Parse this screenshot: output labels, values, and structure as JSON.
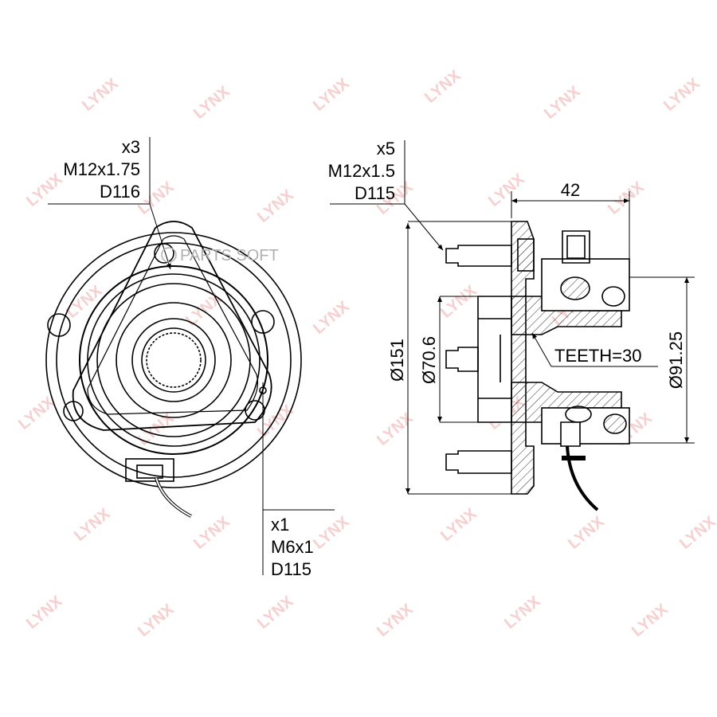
{
  "watermark": {
    "brand": "LYNX",
    "overlay": "PARTS SOFT"
  },
  "front_view": {
    "bolt_callout": {
      "count": "x3",
      "thread": "M12x1.75",
      "code": "D116"
    },
    "sensor_callout": {
      "count": "x1",
      "thread": "M6x1",
      "code": "D115"
    }
  },
  "side_view": {
    "stud_callout": {
      "count": "x5",
      "thread": "M12x1.5",
      "code": "D115"
    },
    "width_dim": "42",
    "flange_diameter": "Ø151",
    "pilot_diameter": "Ø70.6",
    "bearing_diameter": "Ø91.25",
    "teeth_label": "TEETH=30"
  }
}
